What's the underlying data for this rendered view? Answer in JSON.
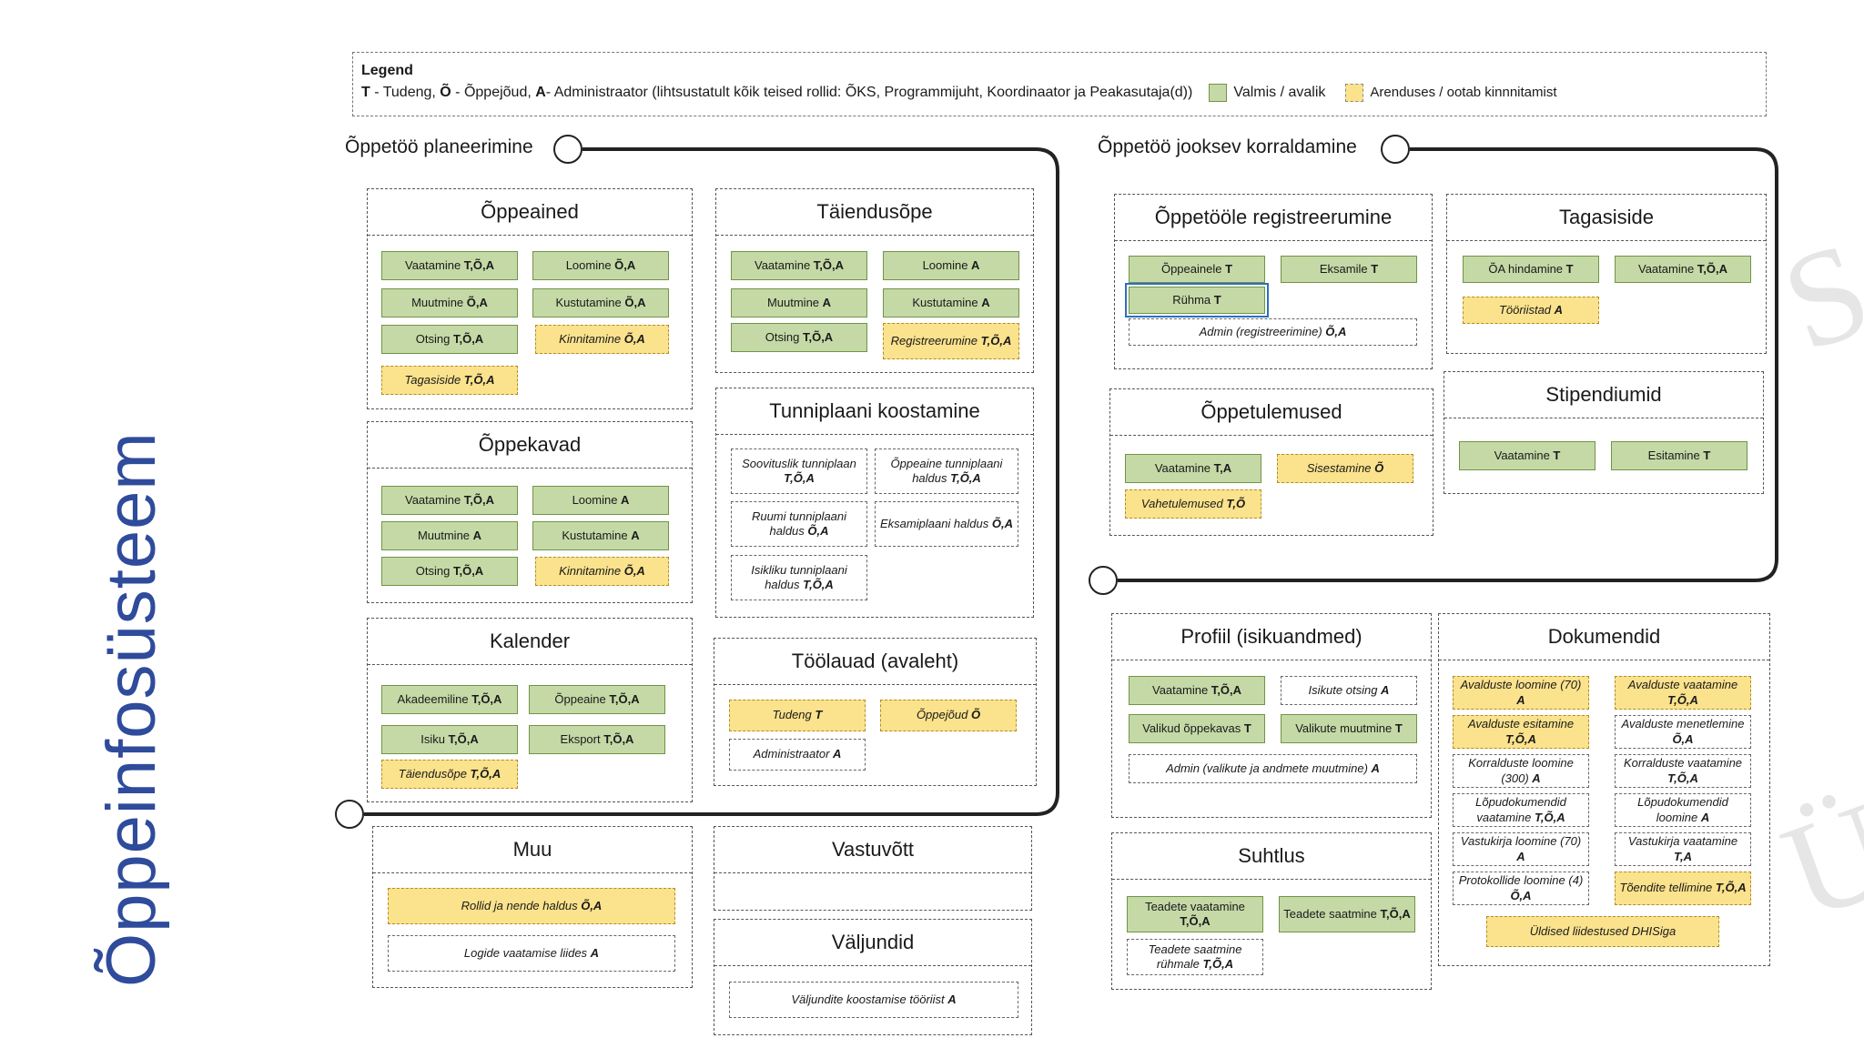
{
  "title": "Õppeinfosüsteem",
  "legend": {
    "heading": "Legend",
    "t_letter": "T",
    "t_text": " - Tudeng, ",
    "o_letter": "Õ",
    "o_text": " - Õppejõud, ",
    "a_letter": "A",
    "a_text": " - Administraator (lihtsustatult kõik teised rollid: ÕKS, Programmijuht, Koordinaator ja Peakasutaja(d))",
    "ready_label": "Valmis / avalik",
    "dev_label": "Arenduses / ootab kinnnitamist"
  },
  "groups": {
    "planning": "Õppetöö planeerimine",
    "running": "Õppetöö jooksev korraldamine"
  },
  "colors": {
    "ready": "#c5d9a6",
    "dev": "#fbe28c",
    "title": "#2f4b9b"
  },
  "panels": [
    {
      "key": "oppeained",
      "title": "Õppeained",
      "box": [
        403,
        207,
        358,
        243
      ],
      "chips": [
        {
          "t": "Vaatamine ",
          "r": "T,Õ,A",
          "s": "g",
          "b": [
            419,
            276,
            150,
            32
          ]
        },
        {
          "t": "Loomine ",
          "r": "Õ,A",
          "s": "g",
          "b": [
            585,
            276,
            150,
            32
          ]
        },
        {
          "t": "Muutmine ",
          "r": "Õ,A",
          "s": "g",
          "b": [
            419,
            317,
            150,
            32
          ]
        },
        {
          "t": "Kustutamine ",
          "r": "Õ,A",
          "s": "g",
          "b": [
            585,
            317,
            150,
            32
          ]
        },
        {
          "t": "Otsing ",
          "r": "T,Õ,A",
          "s": "g",
          "b": [
            419,
            357,
            150,
            32
          ]
        },
        {
          "t": "Kinnitamine ",
          "r": "Õ,A",
          "s": "y",
          "b": [
            588,
            357,
            147,
            32
          ]
        },
        {
          "t": "Tagasiside ",
          "r": "T,Õ,A",
          "s": "y",
          "b": [
            419,
            402,
            150,
            32
          ]
        }
      ]
    },
    {
      "key": "taiendusope",
      "title": "Täiendusõpe",
      "box": [
        786,
        207,
        350,
        203
      ],
      "chips": [
        {
          "t": "Vaatamine ",
          "r": "T,Õ,A",
          "s": "g",
          "b": [
            803,
            276,
            150,
            32
          ]
        },
        {
          "t": "Loomine ",
          "r": "A",
          "s": "g",
          "b": [
            970,
            276,
            150,
            32
          ]
        },
        {
          "t": "Muutmine ",
          "r": "A",
          "s": "g",
          "b": [
            803,
            317,
            150,
            32
          ]
        },
        {
          "t": "Kustutamine ",
          "r": "A",
          "s": "g",
          "b": [
            970,
            317,
            150,
            32
          ]
        },
        {
          "t": "Otsing ",
          "r": "T,Õ,A",
          "s": "g",
          "b": [
            803,
            355,
            150,
            32
          ]
        },
        {
          "t": "Registreerumine ",
          "r": "T,Õ,A",
          "s": "y",
          "b": [
            970,
            355,
            150,
            40
          ]
        }
      ]
    },
    {
      "key": "oppekavad",
      "title": "Õppekavad",
      "box": [
        403,
        463,
        358,
        200
      ],
      "chips": [
        {
          "t": "Vaatamine ",
          "r": "T,Õ,A",
          "s": "g",
          "b": [
            419,
            534,
            150,
            32
          ]
        },
        {
          "t": "Loomine ",
          "r": "A",
          "s": "g",
          "b": [
            585,
            534,
            150,
            32
          ]
        },
        {
          "t": "Muutmine ",
          "r": "A",
          "s": "g",
          "b": [
            419,
            573,
            150,
            32
          ]
        },
        {
          "t": "Kustutamine ",
          "r": "A",
          "s": "g",
          "b": [
            585,
            573,
            150,
            32
          ]
        },
        {
          "t": "Otsing ",
          "r": "T,Õ,A",
          "s": "g",
          "b": [
            419,
            612,
            150,
            32
          ]
        },
        {
          "t": "Kinnitamine ",
          "r": "Õ,A",
          "s": "y",
          "b": [
            588,
            612,
            147,
            32
          ]
        }
      ]
    },
    {
      "key": "tunniplaan",
      "title": "Tunniplaani koostamine",
      "box": [
        786,
        426,
        350,
        253
      ],
      "chips": [
        {
          "t": "Soovituslik tunniplaan ",
          "r": "T,Õ,A",
          "s": "w",
          "b": [
            803,
            493,
            150,
            50
          ]
        },
        {
          "t": "Õppeaine tunniplaani haldus ",
          "r": "T,Õ,A",
          "s": "w",
          "b": [
            961,
            493,
            158,
            50
          ]
        },
        {
          "t": "Ruumi tunniplaani haldus ",
          "r": "Õ,A",
          "s": "w",
          "b": [
            803,
            551,
            150,
            50
          ]
        },
        {
          "t": "Eksamiplaani haldus ",
          "r": "Õ,A",
          "s": "w",
          "b": [
            961,
            551,
            158,
            50
          ]
        },
        {
          "t": "Isikliku tunniplaani haldus ",
          "r": "T,Õ,A",
          "s": "w",
          "b": [
            803,
            610,
            150,
            50
          ]
        }
      ]
    },
    {
      "key": "kalender",
      "title": "Kalender",
      "box": [
        403,
        679,
        358,
        203
      ],
      "chips": [
        {
          "t": "Akadeemiline ",
          "r": "T,Õ,A",
          "s": "g",
          "b": [
            419,
            753,
            150,
            32
          ]
        },
        {
          "t": "Õppeaine ",
          "r": "T,Õ,A",
          "s": "g",
          "b": [
            581,
            753,
            150,
            32
          ]
        },
        {
          "t": "Isiku ",
          "r": "T,Õ,A",
          "s": "g",
          "b": [
            419,
            797,
            150,
            32
          ]
        },
        {
          "t": "Eksport ",
          "r": "T,Õ,A",
          "s": "g",
          "b": [
            581,
            797,
            150,
            32
          ]
        },
        {
          "t": "Täiendusõpe ",
          "r": "T,Õ,A",
          "s": "y",
          "b": [
            419,
            835,
            150,
            32
          ]
        }
      ]
    },
    {
      "key": "toolauad",
      "title": "Töölauad (avaleht)",
      "box": [
        784,
        701,
        355,
        163
      ],
      "chips": [
        {
          "t": "Tudeng ",
          "r": "T",
          "s": "y",
          "b": [
            801,
            769,
            150,
            35
          ]
        },
        {
          "t": "Õppejõud ",
          "r": "Õ",
          "s": "y",
          "b": [
            967,
            769,
            150,
            35
          ]
        },
        {
          "t": "Administraator ",
          "r": "A",
          "s": "w",
          "b": [
            801,
            812,
            150,
            35
          ]
        }
      ]
    },
    {
      "key": "muu",
      "title": "Muu",
      "box": [
        409,
        908,
        352,
        178
      ],
      "chips": [
        {
          "t": "Rollid ja nende haldus ",
          "r": "Õ,A",
          "s": "y",
          "b": [
            426,
            976,
            316,
            40
          ]
        },
        {
          "t": "Logide vaatamise liides ",
          "r": "A",
          "s": "w",
          "b": [
            426,
            1028,
            316,
            40
          ]
        }
      ]
    },
    {
      "key": "vastuvott",
      "title": "Vastuvõtt",
      "box": [
        784,
        908,
        350,
        93
      ],
      "chips": []
    },
    {
      "key": "valjundid",
      "title": "Väljundid",
      "box": [
        784,
        1010,
        350,
        128
      ],
      "chips": [
        {
          "t": "Väljundite koostamise tööriist ",
          "r": "A",
          "s": "w",
          "b": [
            801,
            1079,
            318,
            40
          ]
        }
      ]
    },
    {
      "key": "registreerumine",
      "title": "Õppetööle registreerumine",
      "box": [
        1224,
        213,
        350,
        193
      ],
      "chips": [
        {
          "t": "Õppeainele ",
          "r": "T",
          "s": "g",
          "b": [
            1240,
            281,
            150,
            30
          ]
        },
        {
          "t": "Eksamile ",
          "r": "T",
          "s": "g",
          "b": [
            1407,
            281,
            150,
            30
          ]
        },
        {
          "t": "Rühma ",
          "r": "T",
          "s": "g",
          "sel": true,
          "b": [
            1240,
            315,
            150,
            30
          ]
        },
        {
          "t": "Admin (registreerimine) ",
          "r": "Õ,A",
          "s": "w",
          "b": [
            1240,
            350,
            317,
            30
          ]
        }
      ]
    },
    {
      "key": "tagasiside",
      "title": "Tagasiside",
      "box": [
        1589,
        213,
        352,
        176
      ],
      "chips": [
        {
          "t": "ÕA hindamine ",
          "r": "T",
          "s": "g",
          "b": [
            1607,
            281,
            150,
            30
          ]
        },
        {
          "t": "Vaatamine ",
          "r": "T,Õ,A",
          "s": "g",
          "b": [
            1774,
            281,
            150,
            30
          ]
        },
        {
          "t": "Tööriistad ",
          "r": "A",
          "s": "y",
          "b": [
            1607,
            326,
            150,
            30
          ]
        }
      ]
    },
    {
      "key": "oppetulemused",
      "title": "Õppetulemused",
      "box": [
        1219,
        427,
        356,
        162
      ],
      "chips": [
        {
          "t": "Vaatamine ",
          "r": "T,A",
          "s": "g",
          "b": [
            1236,
            499,
            150,
            32
          ]
        },
        {
          "t": "Sisestamine ",
          "r": "Õ",
          "s": "y",
          "b": [
            1403,
            499,
            150,
            32
          ]
        },
        {
          "t": "Vahetulemused ",
          "r": "T,Õ",
          "s": "y",
          "b": [
            1236,
            538,
            150,
            32
          ]
        }
      ]
    },
    {
      "key": "stipendiumid",
      "title": "Stipendiumid",
      "box": [
        1586,
        408,
        352,
        135
      ],
      "chips": [
        {
          "t": "Vaatamine ",
          "r": "T",
          "s": "g",
          "b": [
            1603,
            485,
            150,
            32
          ]
        },
        {
          "t": "Esitamine ",
          "r": "T",
          "s": "g",
          "b": [
            1770,
            485,
            150,
            32
          ]
        }
      ]
    },
    {
      "key": "profiil",
      "title": "Profiil (isikuandmed)",
      "box": [
        1221,
        674,
        352,
        225
      ],
      "chips": [
        {
          "t": "Vaatamine ",
          "r": "T,Õ,A",
          "s": "g",
          "b": [
            1240,
            743,
            150,
            32
          ]
        },
        {
          "t": "Isikute otsing ",
          "r": "A",
          "s": "w",
          "b": [
            1407,
            743,
            150,
            32
          ]
        },
        {
          "t": "Valikud õppekavas ",
          "r": "T",
          "s": "g",
          "b": [
            1240,
            785,
            150,
            32
          ]
        },
        {
          "t": "Valikute muutmine ",
          "r": "T",
          "s": "g",
          "b": [
            1407,
            785,
            150,
            32
          ]
        },
        {
          "t": "Admin (valikute ja andmete muutmine) ",
          "r": "A",
          "s": "w",
          "b": [
            1240,
            829,
            317,
            32
          ]
        }
      ]
    },
    {
      "key": "suhtlus",
      "title": "Suhtlus",
      "box": [
        1221,
        915,
        352,
        173
      ],
      "chips": [
        {
          "t": "Teadete vaatamine ",
          "r": "T,Õ,A",
          "s": "g",
          "b": [
            1238,
            985,
            150,
            40
          ]
        },
        {
          "t": "Teadete saatmine ",
          "r": "T,Õ,A",
          "s": "g",
          "b": [
            1405,
            985,
            150,
            40
          ]
        },
        {
          "t": "Teadete saatmine rühmale ",
          "r": "T,Õ,A",
          "s": "w",
          "b": [
            1238,
            1032,
            150,
            40
          ]
        }
      ]
    },
    {
      "key": "dokumendid",
      "title": "Dokumendid",
      "box": [
        1580,
        674,
        365,
        388
      ],
      "chips": [
        {
          "t": "Avalduste loomine (70) ",
          "r": "A",
          "s": "y",
          "b": [
            1596,
            743,
            150,
            37
          ]
        },
        {
          "t": "Avalduste vaatamine ",
          "r": "T,Õ,A",
          "s": "y",
          "b": [
            1774,
            743,
            150,
            37
          ]
        },
        {
          "t": "Avalduste esitamine ",
          "r": "T,Õ,A",
          "s": "y",
          "b": [
            1596,
            786,
            150,
            37
          ]
        },
        {
          "t": "Avalduste menetlemine ",
          "r": "Õ,A",
          "s": "w",
          "b": [
            1774,
            786,
            150,
            37
          ]
        },
        {
          "t": "Korralduste loomine (300) ",
          "r": "A",
          "s": "w",
          "b": [
            1596,
            829,
            150,
            37
          ]
        },
        {
          "t": "Korralduste vaatamine ",
          "r": "T,Õ,A",
          "s": "w",
          "b": [
            1774,
            829,
            150,
            37
          ]
        },
        {
          "t": "Lõpudokumendid vaatamine ",
          "r": "T,Õ,A",
          "s": "w",
          "b": [
            1596,
            872,
            150,
            37
          ]
        },
        {
          "t": "Lõpudokumendid loomine ",
          "r": "A",
          "s": "w",
          "b": [
            1774,
            872,
            150,
            37
          ]
        },
        {
          "t": "Vastukirja loomine (70) ",
          "r": "A",
          "s": "w",
          "b": [
            1596,
            915,
            150,
            37
          ]
        },
        {
          "t": "Vastukirja vaatamine ",
          "r": "T,A",
          "s": "w",
          "b": [
            1774,
            915,
            150,
            37
          ]
        },
        {
          "t": "Protokollide loomine (4) ",
          "r": "Õ,A",
          "s": "w",
          "b": [
            1596,
            958,
            150,
            37
          ]
        },
        {
          "t": "Tõendite tellimine ",
          "r": "T,Õ,A",
          "s": "y",
          "b": [
            1774,
            958,
            150,
            37
          ]
        },
        {
          "t": "Üldised liidestused DHISiga",
          "r": "",
          "s": "y",
          "b": [
            1633,
            1007,
            256,
            34
          ]
        }
      ]
    }
  ]
}
